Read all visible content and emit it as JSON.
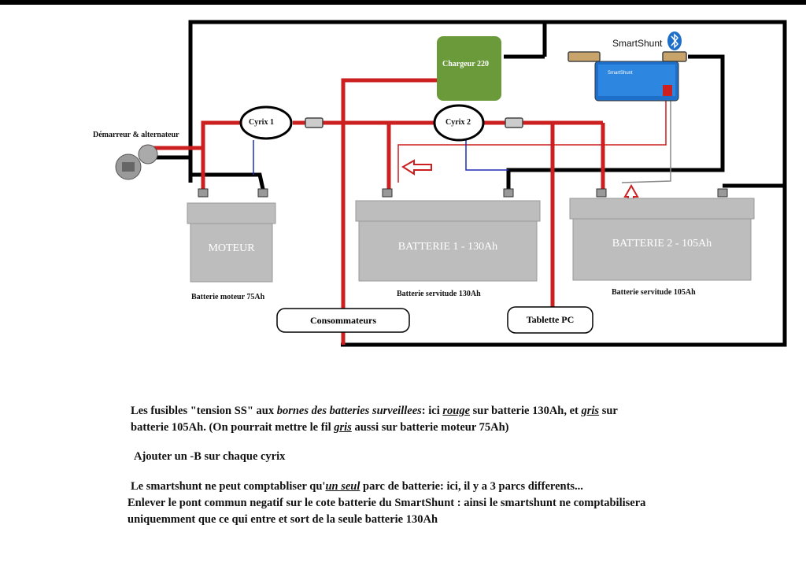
{
  "components": {
    "starter": "Démarreur & alternateur",
    "cyrix1": "Cyrix 1",
    "cyrix2": "Cyrix 2",
    "charger": "Chargeur 220",
    "smartshunt": "SmartShunt",
    "smartshunt_brand": "SmartShunt",
    "consumers": "Consommateurs",
    "tablet": "Tablette PC"
  },
  "batteries": [
    {
      "name": "MOTEUR",
      "caption": "Batterie moteur 75Ah"
    },
    {
      "name": "BATTERIE 1 - 130Ah",
      "caption": "Batterie servitude 130Ah"
    },
    {
      "name": "BATTERIE 2 - 105Ah",
      "caption": "Batterie servitude 105Ah"
    }
  ],
  "icons": {
    "bluetooth": "bluetooth-icon",
    "arrow_red": "red-arrow-icon"
  },
  "colors": {
    "positive": "#cc1f1f",
    "negative": "#000000",
    "signal_blue": "#1b2fb8",
    "charger": "#6b9a3a",
    "battery": "#bdbdbd"
  },
  "notes": {
    "line1_a": "Les fusibles \"tension SS\" aux ",
    "line1_b": "bornes des batteries surveillees",
    "line1_c": ": ici ",
    "line1_d": "rouge",
    "line1_e": " sur batterie 130Ah, et ",
    "line1_f": "gris",
    "line1_g": " sur",
    "line2_a": "batterie 105Ah. (On pourrait mettre le fil ",
    "line2_b": "gris",
    "line2_c": "  aussi sur batterie moteur 75Ah)",
    "line3": "Ajouter un -B sur chaque cyrix",
    "line4_a": "Le smartshunt ne peut comptabliser  qu'",
    "line4_b": "un seul",
    "line4_c": " parc de batterie: ici, il y a 3 parcs differents...",
    "line5": "Enlever le pont commun negatif sur le cote batterie du SmartShunt : ainsi le smartshunt ne comptabilisera",
    "line6": "uniquemment que ce qui entre et sort de la seule batterie 130Ah"
  }
}
